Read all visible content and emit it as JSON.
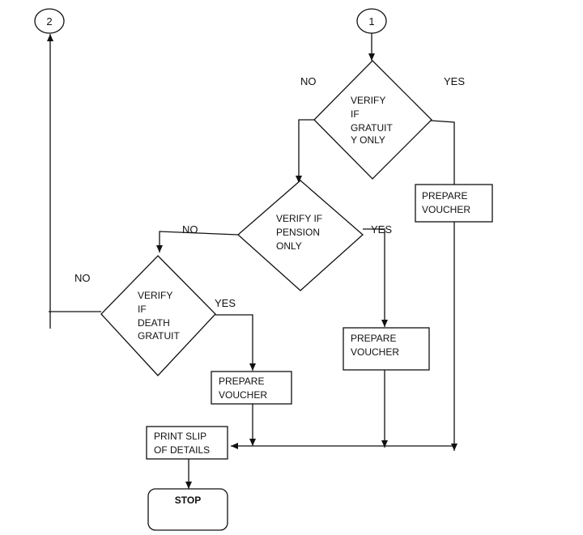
{
  "connectors": {
    "c1": "1",
    "c2": "2"
  },
  "decisions": {
    "gratuity": {
      "lines": [
        "VERIFY",
        "IF",
        "GRATUIT",
        "Y ONLY"
      ],
      "no": "NO",
      "yes": "YES"
    },
    "pension": {
      "lines": [
        "VERIFY IF",
        "PENSION",
        "ONLY"
      ],
      "no": "NO",
      "yes": "YES"
    },
    "death": {
      "lines": [
        "VERIFY",
        "IF",
        "DEATH",
        "GRATUIT"
      ],
      "no": "NO",
      "yes": "YES"
    }
  },
  "processes": {
    "voucher_gratuity": {
      "lines": [
        "PREPARE",
        "VOUCHER"
      ]
    },
    "voucher_pension": {
      "lines": [
        "PREPARE",
        "VOUCHER"
      ]
    },
    "voucher_death": {
      "lines": [
        "PREPARE",
        "VOUCHER"
      ]
    },
    "print_slip": {
      "lines": [
        "PRINT SLIP",
        "OF DETAILS"
      ]
    }
  },
  "terminal": {
    "stop": "STOP"
  }
}
